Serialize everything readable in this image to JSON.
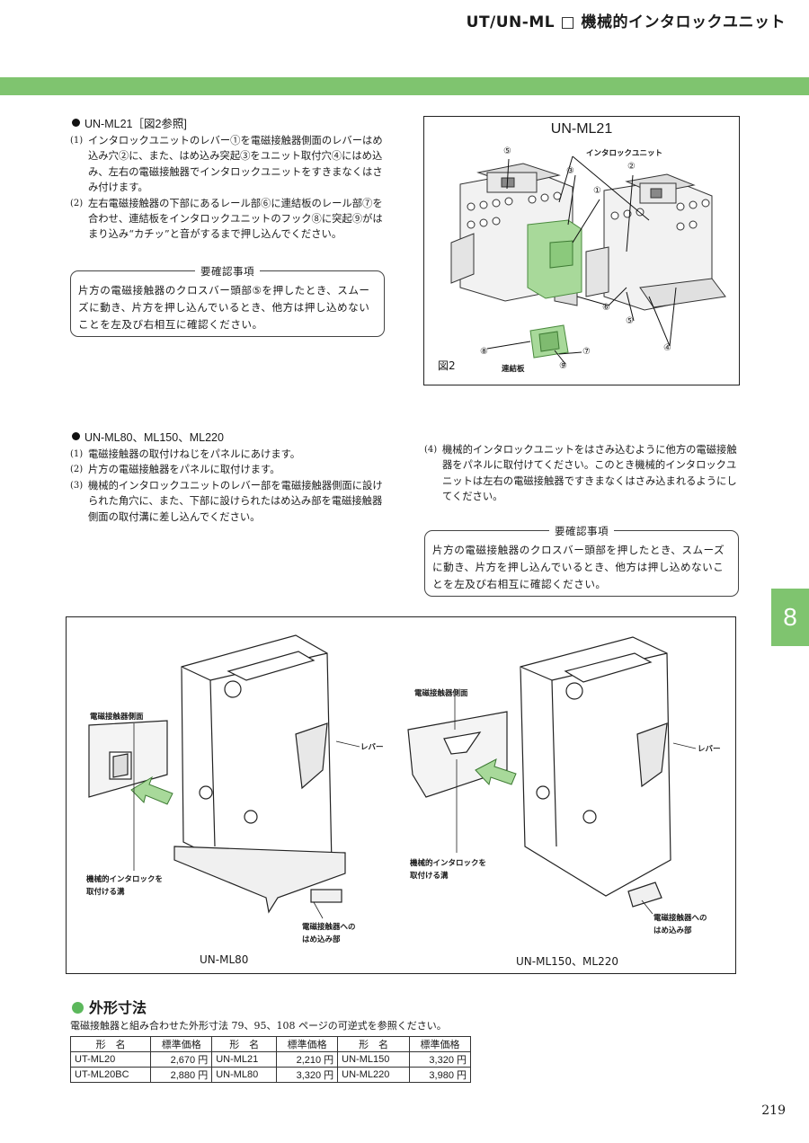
{
  "header": {
    "title": "UT/UN-ML □ 機械的インタロックユニット"
  },
  "chapter_tab": "8",
  "sec1": {
    "heading": "UN-ML21［図2参照]",
    "steps": [
      {
        "num": "(1)",
        "text": "インタロックユニットのレバー①を電磁接触器側面のレバーはめ込み穴②に、また、はめ込み突起③をユニット取付穴④にはめ込み、左右の電磁接触器でインタロックユニットをすきまなくはさみ付けます。"
      },
      {
        "num": "(2)",
        "text": "左右電磁接触器の下部にあるレール部⑥に連結板のレール部⑦を合わせ、連結板をインタロックユニットのフック⑧に突起⑨がはまり込み“カチッ”と音がするまで押し込んでください。"
      }
    ],
    "notice_title": "要確認事項",
    "notice_text": "片方の電磁接触器のクロスバー頭部⑤を押したとき、スムーズに動き、片方を押し込んでいるとき、他方は押し込めないことを左及び右相互に確認ください。"
  },
  "fig2": {
    "title": "UN-ML21",
    "label": "図2",
    "callout_unit": "インタロックユニット",
    "callout_plate": "連結板",
    "marks": [
      "⑤",
      "③",
      "①",
      "②",
      "⑥",
      "⑤",
      "④",
      "⑧",
      "⑦",
      "⑨"
    ]
  },
  "sec2": {
    "heading": "UN-ML80、ML150、ML220",
    "steps_left": [
      {
        "num": "(1)",
        "text": "電磁接触器の取付けねじをパネルにあけます。"
      },
      {
        "num": "(2)",
        "text": "片方の電磁接触器をパネルに取付けます。"
      },
      {
        "num": "(3)",
        "text": "機械的インタロックユニットのレバー部を電磁接触器側面に設けられた角穴に、また、下部に設けられたはめ込み部を電磁接触器側面の取付溝に差し込んでください。"
      }
    ],
    "steps_right": [
      {
        "num": "(4)",
        "text": "機械的インタロックユニットをはさみ込むように他方の電磁接触器をパネルに取付けてください。このとき機械的インタロックユニットは左右の電磁接触器ですきまなくはさみ込まれるようにしてください。"
      }
    ],
    "notice_title": "要確認事項",
    "notice_text": "片方の電磁接触器のクロスバー頭部を押したとき、スムーズに動き、片方を押し込んでいるとき、他方は押し込めないことを左及び右相互に確認ください。"
  },
  "fig_large": {
    "left_caption": "UN-ML80",
    "right_caption": "UN-ML150、ML220",
    "left_side_label": "電磁接触器側面",
    "left_groove_label_1": "機械的インタロックを",
    "left_groove_label_2": "取付ける溝",
    "left_lever": "レバー",
    "left_insert_1": "電磁接触器への",
    "left_insert_2": "はめ込み部",
    "right_side_label": "電磁接触器側面",
    "right_groove_label_1": "機械的インタロックを",
    "right_groove_label_2": "取付ける溝",
    "right_lever": "レバー",
    "right_insert_1": "電磁接触器への",
    "right_insert_2": "はめ込み部"
  },
  "dimensions": {
    "heading": "外形寸法",
    "note": "電磁接触器と組み合わせた外形寸法 79、95、108 ページの可逆式を参照ください。",
    "headers": [
      "形　名",
      "標準価格",
      "形　名",
      "標準価格",
      "形　名",
      "標準価格"
    ],
    "rows": [
      [
        "UT-ML20",
        "2,670 円",
        "UN-ML21",
        "2,210 円",
        "UN-ML150",
        "3,320 円"
      ],
      [
        "UT-ML20BC",
        "2,880 円",
        "UN-ML80",
        "3,320 円",
        "UN-ML220",
        "3,980 円"
      ]
    ]
  },
  "page_number": "219"
}
